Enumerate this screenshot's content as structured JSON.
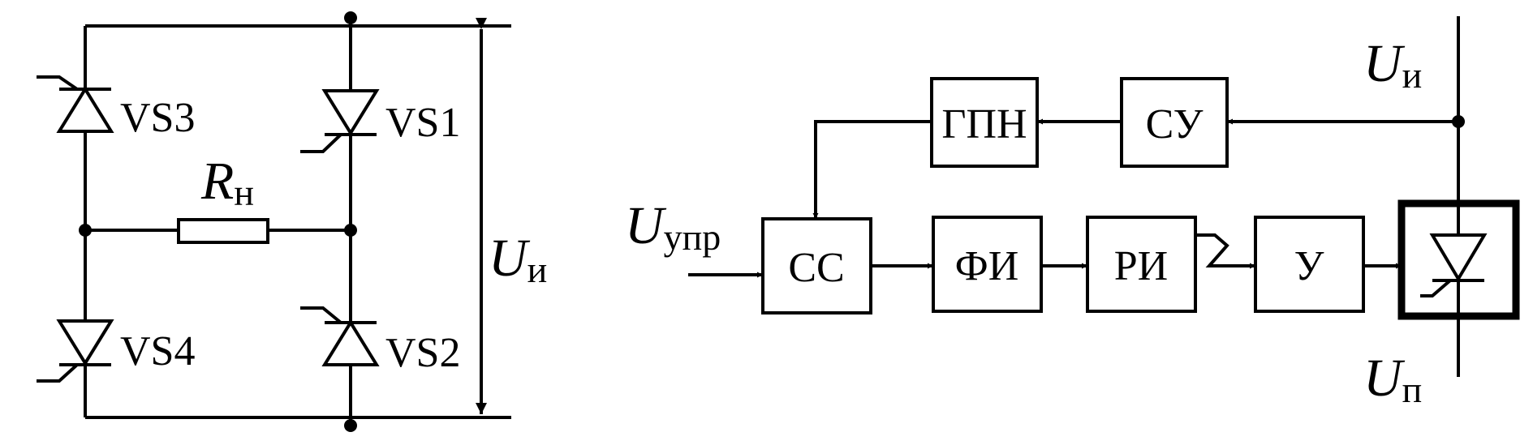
{
  "bridge": {
    "thyristors": [
      "VS3",
      "VS1",
      "VS4",
      "VS2"
    ],
    "load_symbol": "R",
    "load_subscript": "н",
    "voltage_symbol": "U",
    "voltage_subscript": "и"
  },
  "block_diagram": {
    "blocks": [
      "ГПН",
      "СУ",
      "СС",
      "ФИ",
      "РИ",
      "У"
    ],
    "control_input": {
      "symbol": "U",
      "subscript": "упр"
    },
    "supply_top": {
      "symbol": "U",
      "subscript": "и"
    },
    "supply_bottom": {
      "symbol": "U",
      "subscript": "п"
    }
  }
}
